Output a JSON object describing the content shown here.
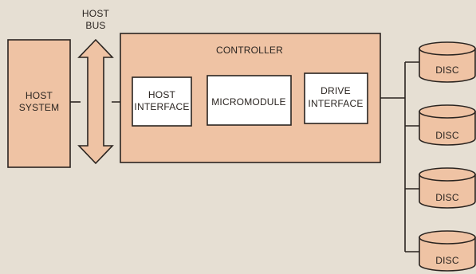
{
  "diagram": {
    "host_bus_label": [
      "HOST",
      "BUS"
    ],
    "host_system_label": [
      "HOST",
      "SYSTEM"
    ],
    "controller_label": "CONTROLLER",
    "host_interface_label": [
      "HOST",
      "INTERFACE"
    ],
    "micromodule_label": "MICROMODULE",
    "drive_interface_label": [
      "DRIVE",
      "INTERFACE"
    ],
    "discs": [
      "DISC",
      "DISC",
      "DISC",
      "DISC"
    ],
    "colors": {
      "background": "#e6dfd3",
      "block_fill": "#efc3a4",
      "inner_fill": "#ffffff",
      "line": "#2a2420"
    }
  }
}
